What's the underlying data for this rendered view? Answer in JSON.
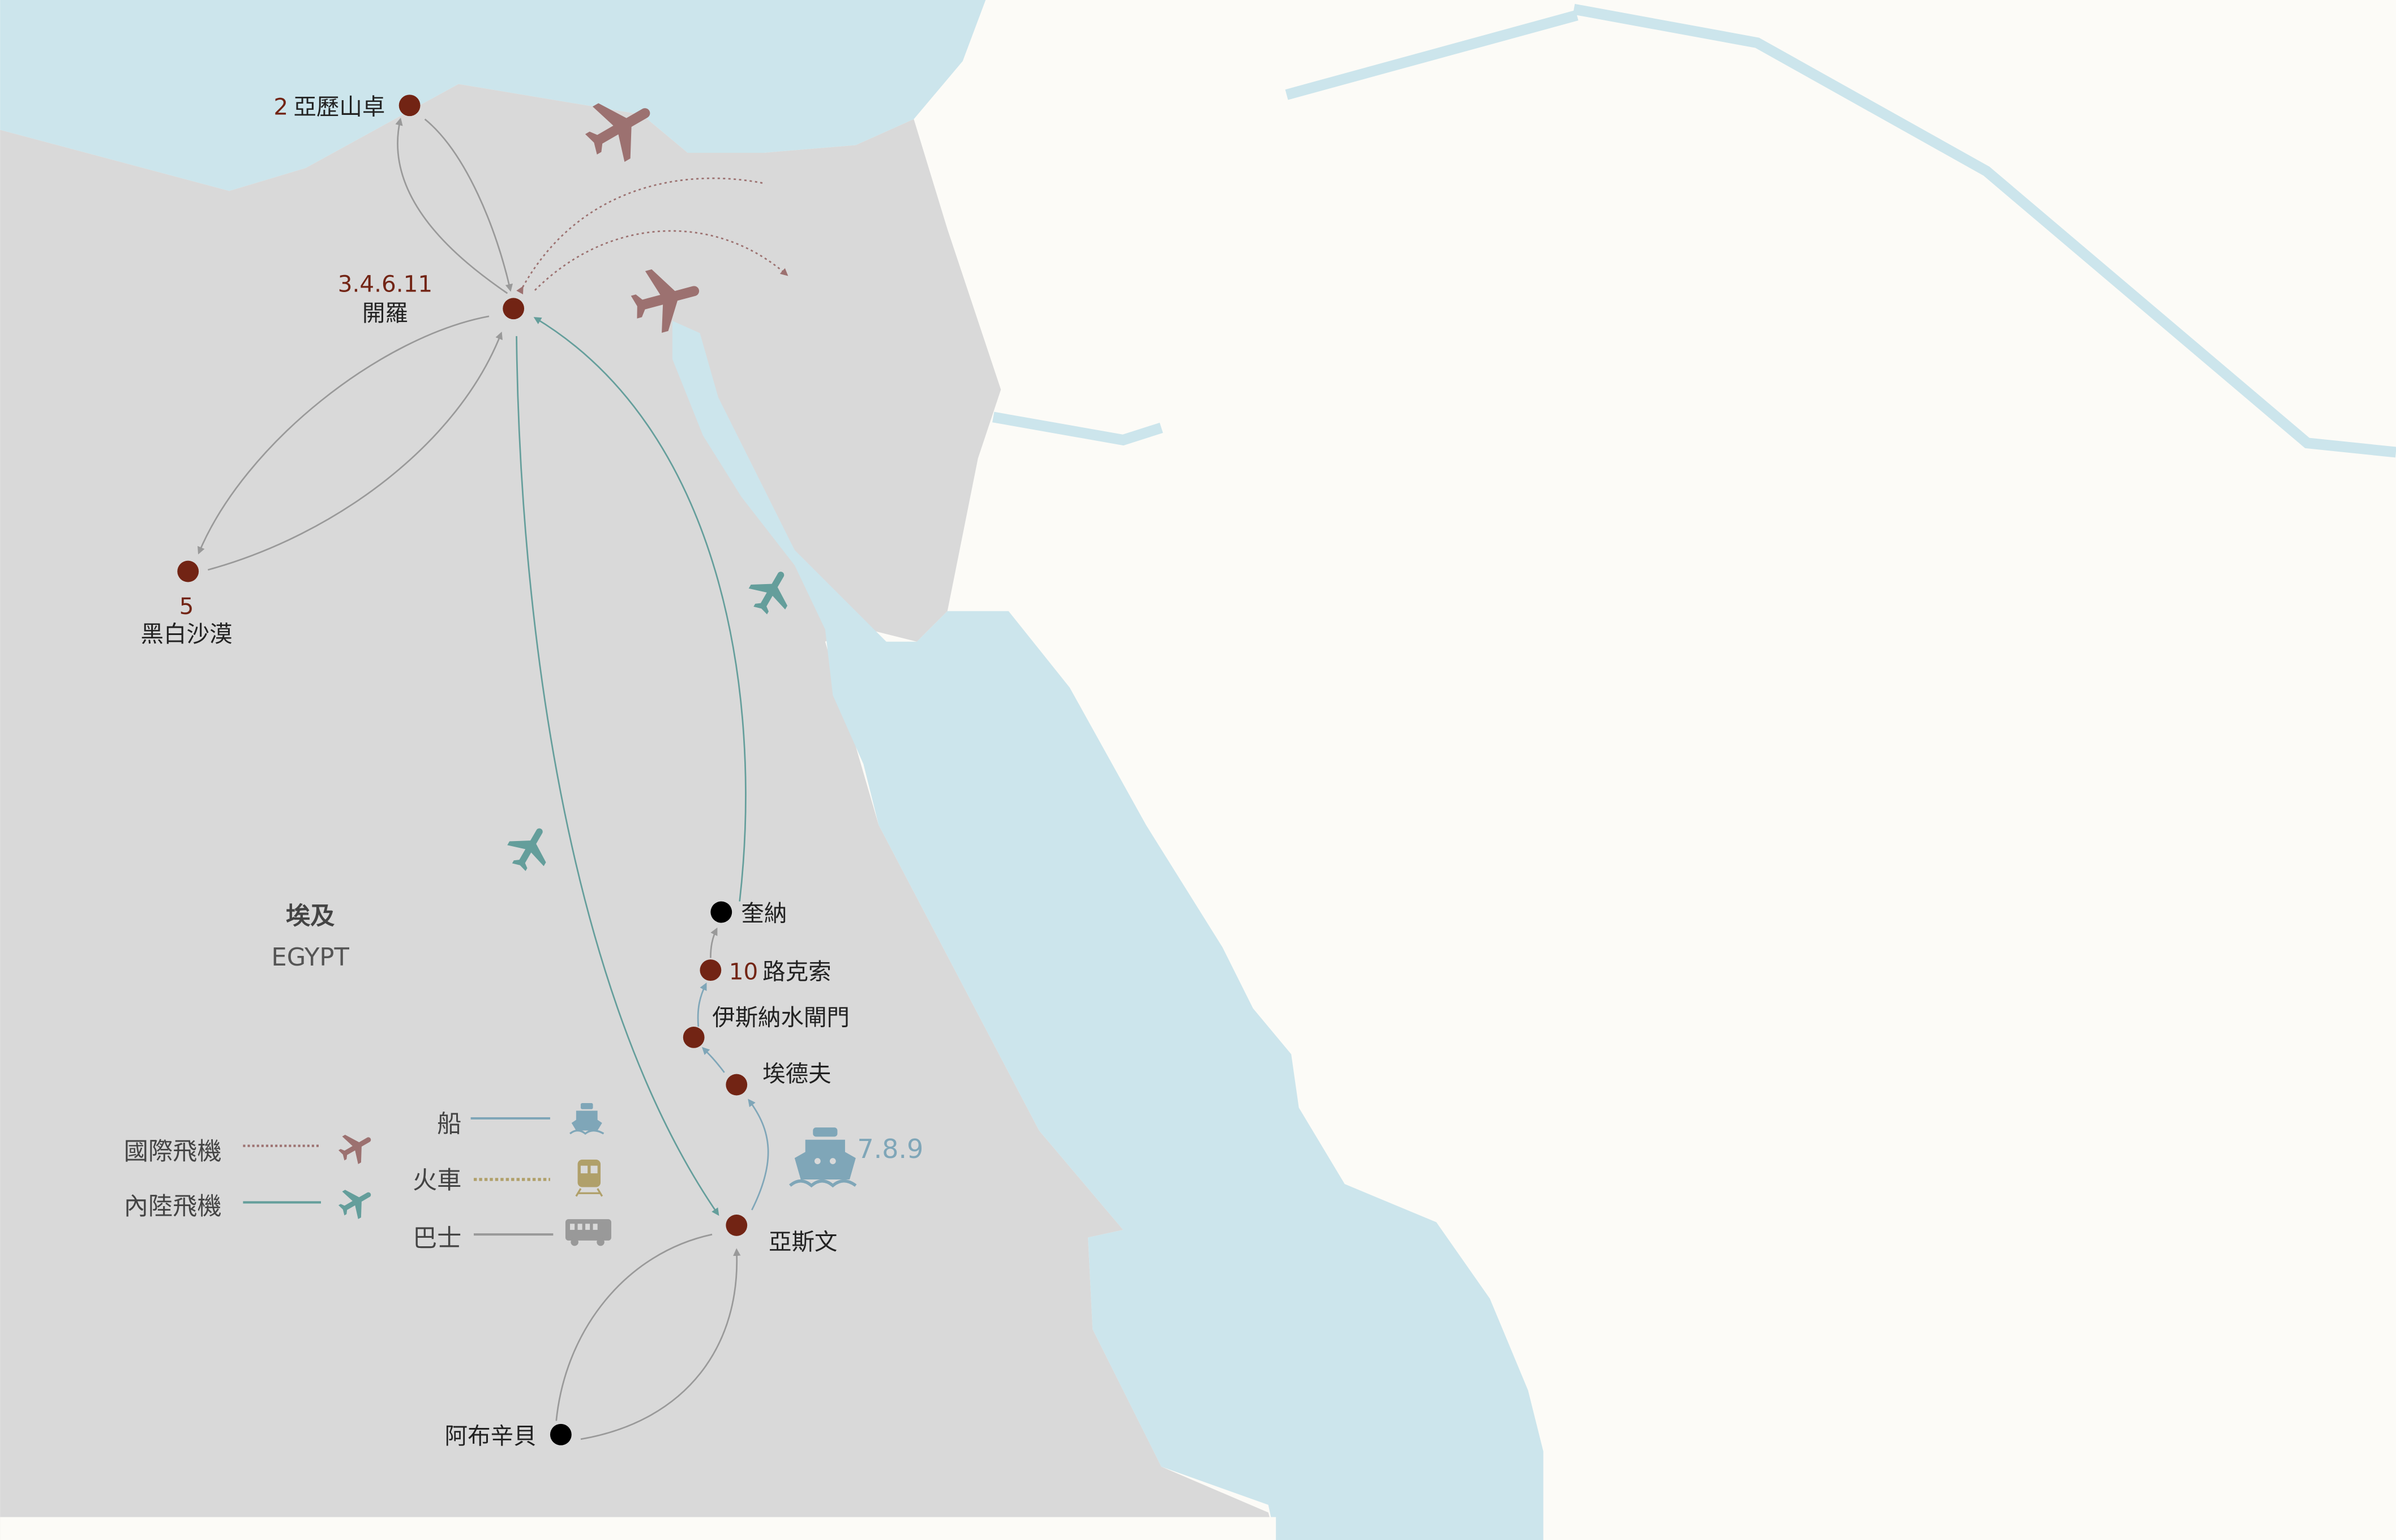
{
  "colors": {
    "land": "#d9d9d9",
    "water": "#cce5ec",
    "other_land": "#fcfbf7",
    "stop": "#722414",
    "intl_flight": "#9c7170",
    "domestic_flight": "#649e9b",
    "boat": "#7fa6b8",
    "train": "#b0a06a",
    "bus": "#999999"
  },
  "country": {
    "name_zh": "埃及",
    "name_en": "EGYPT"
  },
  "cities": {
    "alexandria": {
      "day": "2",
      "name": "亞歷山卓"
    },
    "cairo": {
      "day": "3.4.6.11",
      "name": "開羅"
    },
    "white_desert": {
      "day": "5",
      "name": "黑白沙漠"
    },
    "qena": {
      "name": "奎納"
    },
    "luxor": {
      "day": "10",
      "name": "路克索"
    },
    "esna": {
      "name": "伊斯納水閘門"
    },
    "edfu": {
      "name": "埃德夫"
    },
    "aswan": {
      "name": "亞斯文"
    },
    "abu_simbel": {
      "name": "阿布辛貝"
    }
  },
  "cruise": {
    "days": "7.8.9",
    "icon": "ship-icon"
  },
  "legend": {
    "intl_flight": "國際飛機",
    "domestic_flight": "內陸飛機",
    "boat": "船",
    "train": "火車",
    "bus": "巴士"
  }
}
